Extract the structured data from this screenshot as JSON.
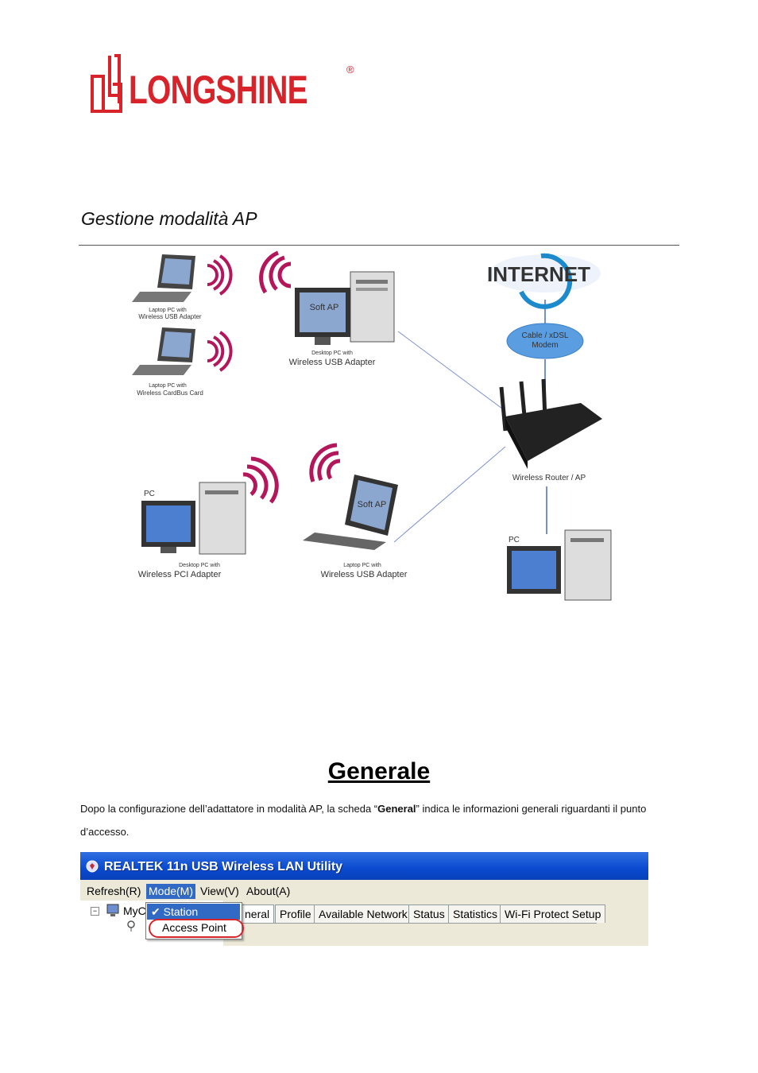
{
  "logo": {
    "text": "LONGSHINE",
    "registered": "®",
    "color": "#d9232a"
  },
  "section_title": "Gestione modalità AP",
  "diagram": {
    "labels": {
      "laptop_usb_top": [
        "Laptop PC with",
        "Wireless USB Adapter"
      ],
      "laptop_cardbus": [
        "Laptop PC with",
        "Wireless CardBus Card"
      ],
      "desktop_softap": [
        "Desktop PC with",
        "Wireless USB Adapter"
      ],
      "softap_screen": "Soft AP",
      "internet": "INTERNET",
      "modem": [
        "Cable / xDSL",
        "Modem"
      ],
      "router": "Wireless Router / AP",
      "pc_left": "PC",
      "desktop_pci": [
        "Desktop PC with",
        "Wireless PCI Adapter"
      ],
      "laptop_softap_screen": "Soft AP",
      "laptop_usb_bottom": [
        "Laptop PC with",
        "Wireless USB Adapter"
      ],
      "pc_right": "PC"
    }
  },
  "heading": "Generale",
  "paragraph": {
    "before": "Dopo la configurazione dell’adattatore in modalità AP, la scheda “",
    "bold": "General",
    "after": "” indica le informazioni generali riguardanti il punto d’accesso."
  },
  "utility": {
    "title": "REALTEK 11n USB Wireless LAN Utility",
    "menu": [
      "Refresh(R)",
      "Mode(M)",
      "View(V)",
      "About(A)"
    ],
    "tree_item": "MyC",
    "dropdown": [
      "Station",
      "Access Point"
    ],
    "tabs": [
      "neral",
      "Profile",
      "Available Network",
      "Status",
      "Statistics",
      "Wi-Fi Protect Setup"
    ]
  }
}
